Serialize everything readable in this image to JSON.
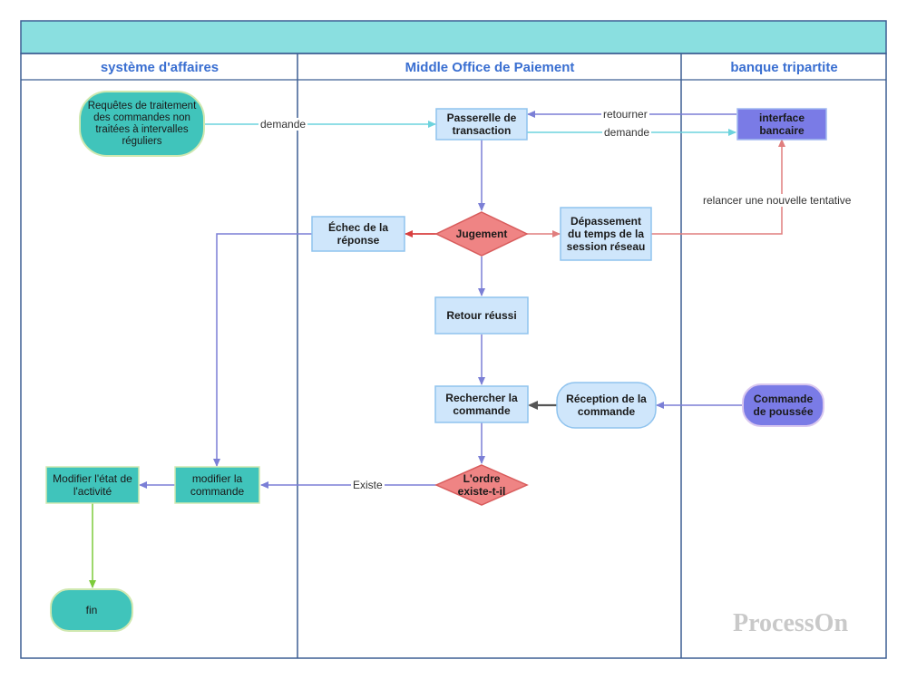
{
  "lanes": [
    {
      "title": "système d'affaires"
    },
    {
      "title": "Middle Office de Paiement"
    },
    {
      "title": "banque tripartite"
    }
  ],
  "nodes": {
    "requetes": "Requêtes de traitement des commandes non traitées à intervalles réguliers",
    "passerelle": "Passerelle de transaction",
    "interface": "interface bancaire",
    "echec": "Échec de la réponse",
    "jugement": "Jugement",
    "depassement": "Dépassement du temps de la session réseau",
    "retour": "Retour réussi",
    "rechercher": "Rechercher la commande",
    "reception": "Réception de la commande",
    "push": "Commande de poussée",
    "modifier_etat": "Modifier l'état de l'activité",
    "modifier_cmd": "modifier la commande",
    "ordre": "L'ordre existe-t-il",
    "fin": "fin"
  },
  "edge_labels": {
    "demande1": "demande",
    "retourner": "retourner",
    "demande2": "demande",
    "relancer": "relancer une nouvelle tentative",
    "existe": "Existe"
  },
  "colors": {
    "header_band": "#8adfe0",
    "lane_border": "#3d5f93",
    "lane_title": "#3a6fd1",
    "teal_fill": "#40c4bb",
    "light_blue_fill": "#cfe6fb",
    "light_blue_border": "#8fc3ee",
    "purple_fill": "#7a7be6",
    "red_fill": "#ef8484",
    "red_border": "#d85c5c",
    "edge_purple": "#7b7fd6",
    "edge_cyan": "#6dd3dd",
    "edge_red": "#e07e7e",
    "edge_green": "#7ccb3a",
    "edge_dark": "#555555"
  },
  "watermark": "ProcessOn"
}
